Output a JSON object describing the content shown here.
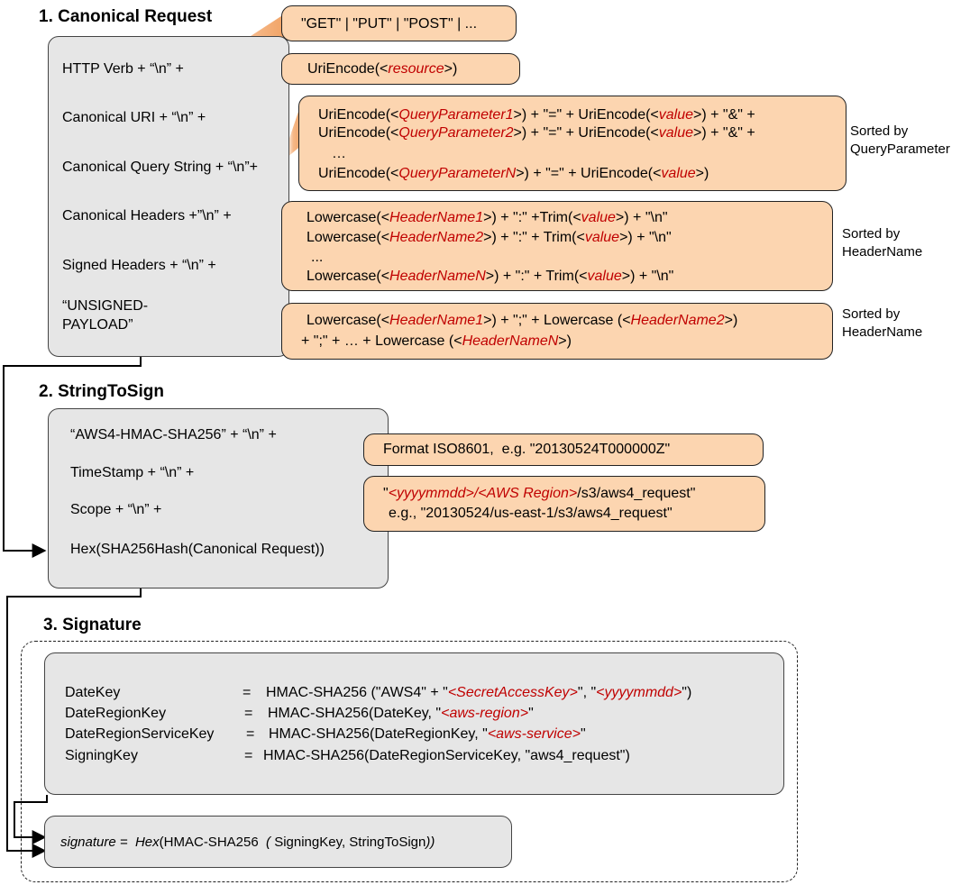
{
  "sections": {
    "s1": "1. Canonical Request",
    "s2": "2. StringToSign",
    "s3": "3. Signature"
  },
  "canonical": {
    "items": [
      "HTTP Verb + “\\n” +",
      "Canonical URI + “\\n” +",
      "Canonical Query String + “\\n”+",
      "Canonical Headers +”\\n” +",
      "Signed Headers + “\\n” +",
      "“UNSIGNED-",
      "PAYLOAD”"
    ],
    "verb_callout": "\"GET\" | \"PUT\" | \"POST\" | ...",
    "uri_callout": {
      "pre": "UriEncode(<",
      "var": "resource",
      "post": ">)"
    },
    "query": {
      "l1": {
        "a": "UriEncode(<",
        "p": "QueryParameter1",
        "b": ">) + \"=\" + UriEncode(<",
        "v": "value",
        "c": ">) + \"&\" +"
      },
      "l2": {
        "a": "UriEncode(<",
        "p": "QueryParameter2",
        "b": ">) + \"=\" + UriEncode(<",
        "v": "value",
        "c": ">) + \"&\" +"
      },
      "dots": "…",
      "l3": {
        "a": "UriEncode(<",
        "p": "QueryParameterN",
        "b": ">) + \"=\" + UriEncode(<",
        "v": "value",
        "c": ">)"
      },
      "note1": "Sorted by",
      "note2": "QueryParameter"
    },
    "headers": {
      "l1": {
        "a": "Lowercase(<",
        "h": "HeaderName1",
        "b": ">) + \":\" +Trim(<",
        "v": "value",
        "c": ">) + \"\\n\""
      },
      "l2": {
        "a": "Lowercase(<",
        "h": "HeaderName2",
        "b": ">) + \":\" + Trim(<",
        "v": "value",
        "c": ">) + \"\\n\""
      },
      "dots": "...",
      "l3": {
        "a": "Lowercase(<",
        "h": "HeaderNameN",
        "b": ">) + \":\" + Trim(<",
        "v": "value",
        "c": ">) + \"\\n\""
      },
      "note1": "Sorted by",
      "note2": "HeaderName"
    },
    "signed": {
      "l1": {
        "a": "Lowercase(<",
        "h1": "HeaderName1",
        "b": ">) + \";\" + Lowercase (<",
        "h2": "HeaderName2",
        "c": ">)"
      },
      "l2": {
        "a": "+ \";\" + … + Lowercase (<",
        "h": "HeaderNameN",
        "c": ">)"
      },
      "note1": "Sorted by",
      "note2": "HeaderName"
    }
  },
  "stringtosign": {
    "items": [
      "“AWS4-HMAC-SHA256” + “\\n” +",
      "TimeStamp + “\\n” +",
      "Scope + “\\n” +",
      "Hex(SHA256Hash(Canonical Request))"
    ],
    "timestamp_callout": "Format ISO8601,  e.g. \"20130524T000000Z\"",
    "scope_callout": {
      "q1": "\"",
      "d": "<yyyymmdd>",
      "slash": "/",
      "r": "<AWS Region>",
      "rest": "/s3/aws4_request\"",
      "l2": "e.g., \"20130524/us-east-1/s3/aws4_request\""
    }
  },
  "signature": {
    "rows": [
      {
        "k": "DateKey",
        "eq": "=",
        "pre": "HMAC-SHA256 (\"AWS4\" + \"",
        "v1": "<SecretAccessKey>",
        "mid": "\", \"",
        "v2": "<yyyymmdd>",
        "post": "\")"
      },
      {
        "k": "DateRegionKey",
        "eq": "=",
        "pre": "HMAC-SHA256(DateKey, \"",
        "v1": "<aws-region>",
        "post": "\""
      },
      {
        "k": "DateRegionServiceKey",
        "eq": "=",
        "pre": "HMAC-SHA256(DateRegionKey, \"",
        "v1": "<aws-service>",
        "post": "\""
      },
      {
        "k": "SigningKey",
        "eq": "=",
        "pre": "HMAC-SHA256(DateRegionServiceKey, \"aws4_request\")"
      }
    ],
    "final": {
      "a": "signature =  ",
      "b": "Hex",
      "c": "(HMAC-SHA256  ",
      "d": "( ",
      "e": "SigningKey, StringToSign",
      "f": "))"
    }
  },
  "colors": {
    "callout": "#fcd5b0",
    "gray": "#e6e6e6",
    "variable": "#c00000"
  }
}
